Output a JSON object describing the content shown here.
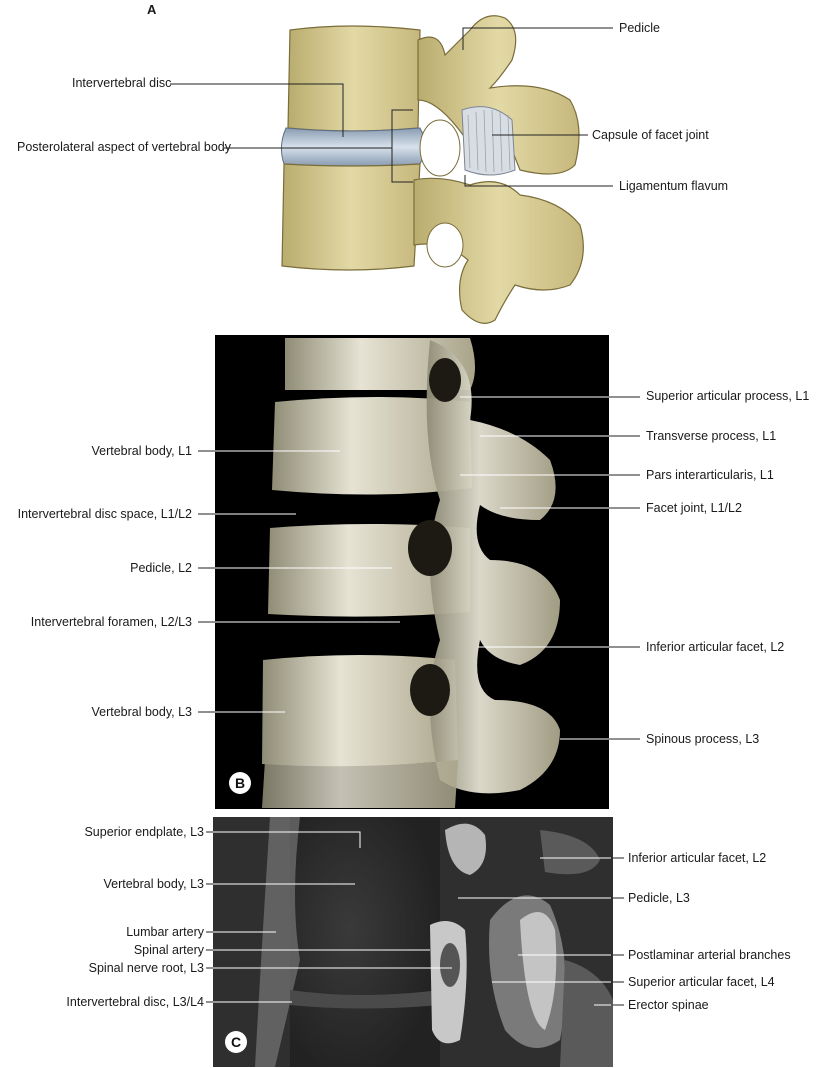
{
  "panel_a": {
    "letter": "A",
    "labels": {
      "intervertebral_disc": "Intervertebral disc",
      "posterolateral_aspect": "Posterolateral aspect of vertebral body",
      "pedicle": "Pedicle",
      "capsule_facet_joint": "Capsule of facet joint",
      "ligamentum_flavum": "Ligamentum flavum"
    }
  },
  "panel_b": {
    "letter": "B",
    "labels": {
      "superior_articular_process_l1": "Superior articular process, L1",
      "vertebral_body_l1": "Vertebral body, L1",
      "transverse_process_l1": "Transverse process, L1",
      "pars_interarticularis_l1": "Pars interarticularis, L1",
      "intervertebral_disc_space": "Intervertebral disc space, L1/L2",
      "facet_joint": "Facet joint, L1/L2",
      "pedicle_l2": "Pedicle, L2",
      "intervertebral_foramen": "Intervertebral foramen, L2/L3",
      "inferior_articular_facet_l2": "Inferior articular facet, L2",
      "vertebral_body_l3": "Vertebral body, L3",
      "spinous_process_l3": "Spinous process, L3"
    }
  },
  "panel_c": {
    "letter": "C",
    "labels": {
      "superior_endplate_l3": "Superior endplate, L3",
      "inferior_articular_facet_l2": "Inferior articular facet, L2",
      "vertebral_body_l3": "Vertebral body, L3",
      "pedicle_l3": "Pedicle, L3",
      "lumbar_artery": "Lumbar artery",
      "spinal_artery": "Spinal artery",
      "postlaminar_branches": "Postlaminar arterial branches",
      "spinal_nerve_root_l3": "Spinal nerve root, L3",
      "superior_articular_facet_l4": "Superior articular facet, L4",
      "intervertebral_disc_l3l4": "Intervertebral disc, L3/L4",
      "erector_spinae": "Erector spinae"
    }
  }
}
